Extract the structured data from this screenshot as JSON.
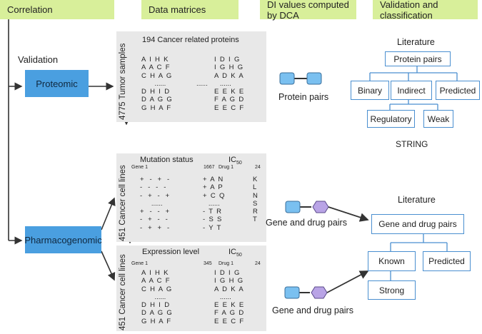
{
  "headers": {
    "correlation": "Correlation",
    "data_matrices": "Data matrices",
    "di_values": "DI values computed\nby DCA",
    "validation": "Validation and\nclassification"
  },
  "left": {
    "validation": "Validation",
    "proteomic": "Proteomic",
    "pharmacogenomic": "Pharmacogenomic"
  },
  "matrix1": {
    "top_label": "194 Cancer related proteins",
    "side_label": "4775 Tumor samples",
    "left_rows": [
      "A  I  H  K",
      "A  A  C  F",
      "C  H  A  G",
      "       ......",
      "D  H  I  D",
      "D  A  G  G",
      "G  H  A  F"
    ],
    "right_rows": [
      "I  D  I  G",
      "I  G  H  G",
      "A  D  K  A",
      "   ......",
      "E  E  K  E",
      "F  A  G  D",
      "E  E  C  F"
    ],
    "mid_dots": "......"
  },
  "matrix2": {
    "title": "Mutation status",
    "ic50": "IC",
    "ic50_sub": "50",
    "gene_start": "Gene 1",
    "gene_end": "1667",
    "drug_start": "Drug 1",
    "drug_end": "24",
    "side_label": "451 Cancer cell lines",
    "left_rows": [
      "+   -   +   -",
      "-   -   -   -",
      "-   +   -   +",
      "      ......",
      "+   -   -   +",
      "-   +   -   -",
      "-   +   +   -"
    ],
    "mid_rows": [
      "+  A  N",
      "+  A  P",
      "+  C  Q",
      "   ......",
      "-  T  R",
      "-  S  S",
      "-  Y  T"
    ],
    "right_rows": [
      "K",
      "L",
      "N",
      "",
      "S",
      "R",
      "T"
    ]
  },
  "matrix3": {
    "title": "Expression level",
    "ic50": "IC",
    "ic50_sub": "50",
    "gene_start": "Gene 1",
    "gene_end": "345",
    "drug_start": "Drug 1",
    "drug_end": "24",
    "side_label": "451 Cancer cell lines",
    "left_rows": [
      "A  I  H  K",
      "A  A  C  F",
      "C  H  A  G",
      "       ......",
      "D  H  I  D",
      "D  A  G  G",
      "G  H  A  F"
    ],
    "right_rows": [
      "I  D  I  G",
      "I  G  H  G",
      "A  D  K  A",
      "   ......",
      "E  E  K  E",
      "F  A  G  D",
      "E  E  C  F"
    ]
  },
  "pairs": {
    "protein": "Protein pairs",
    "gene_drug_1": "Gene and drug pairs",
    "gene_drug_2": "Gene and drug pairs"
  },
  "tree1": {
    "top_label": "Literature",
    "root": "Protein pairs",
    "binary": "Binary",
    "indirect": "Indirect",
    "predicted": "Predicted",
    "regulatory": "Regulatory",
    "weak": "Weak",
    "bottom_label": "STRING"
  },
  "tree2": {
    "top_label": "Literature",
    "root": "Gene and drug pairs",
    "known": "Known",
    "predicted": "Predicted",
    "strong": "Strong"
  },
  "colors": {
    "header_bg": "#d8ef9a",
    "blue_box": "#4a9fe0",
    "matrix_bg": "#e8e8e8",
    "gene_node": "#7ac0f0",
    "drug_node": "#b9a4e6"
  }
}
